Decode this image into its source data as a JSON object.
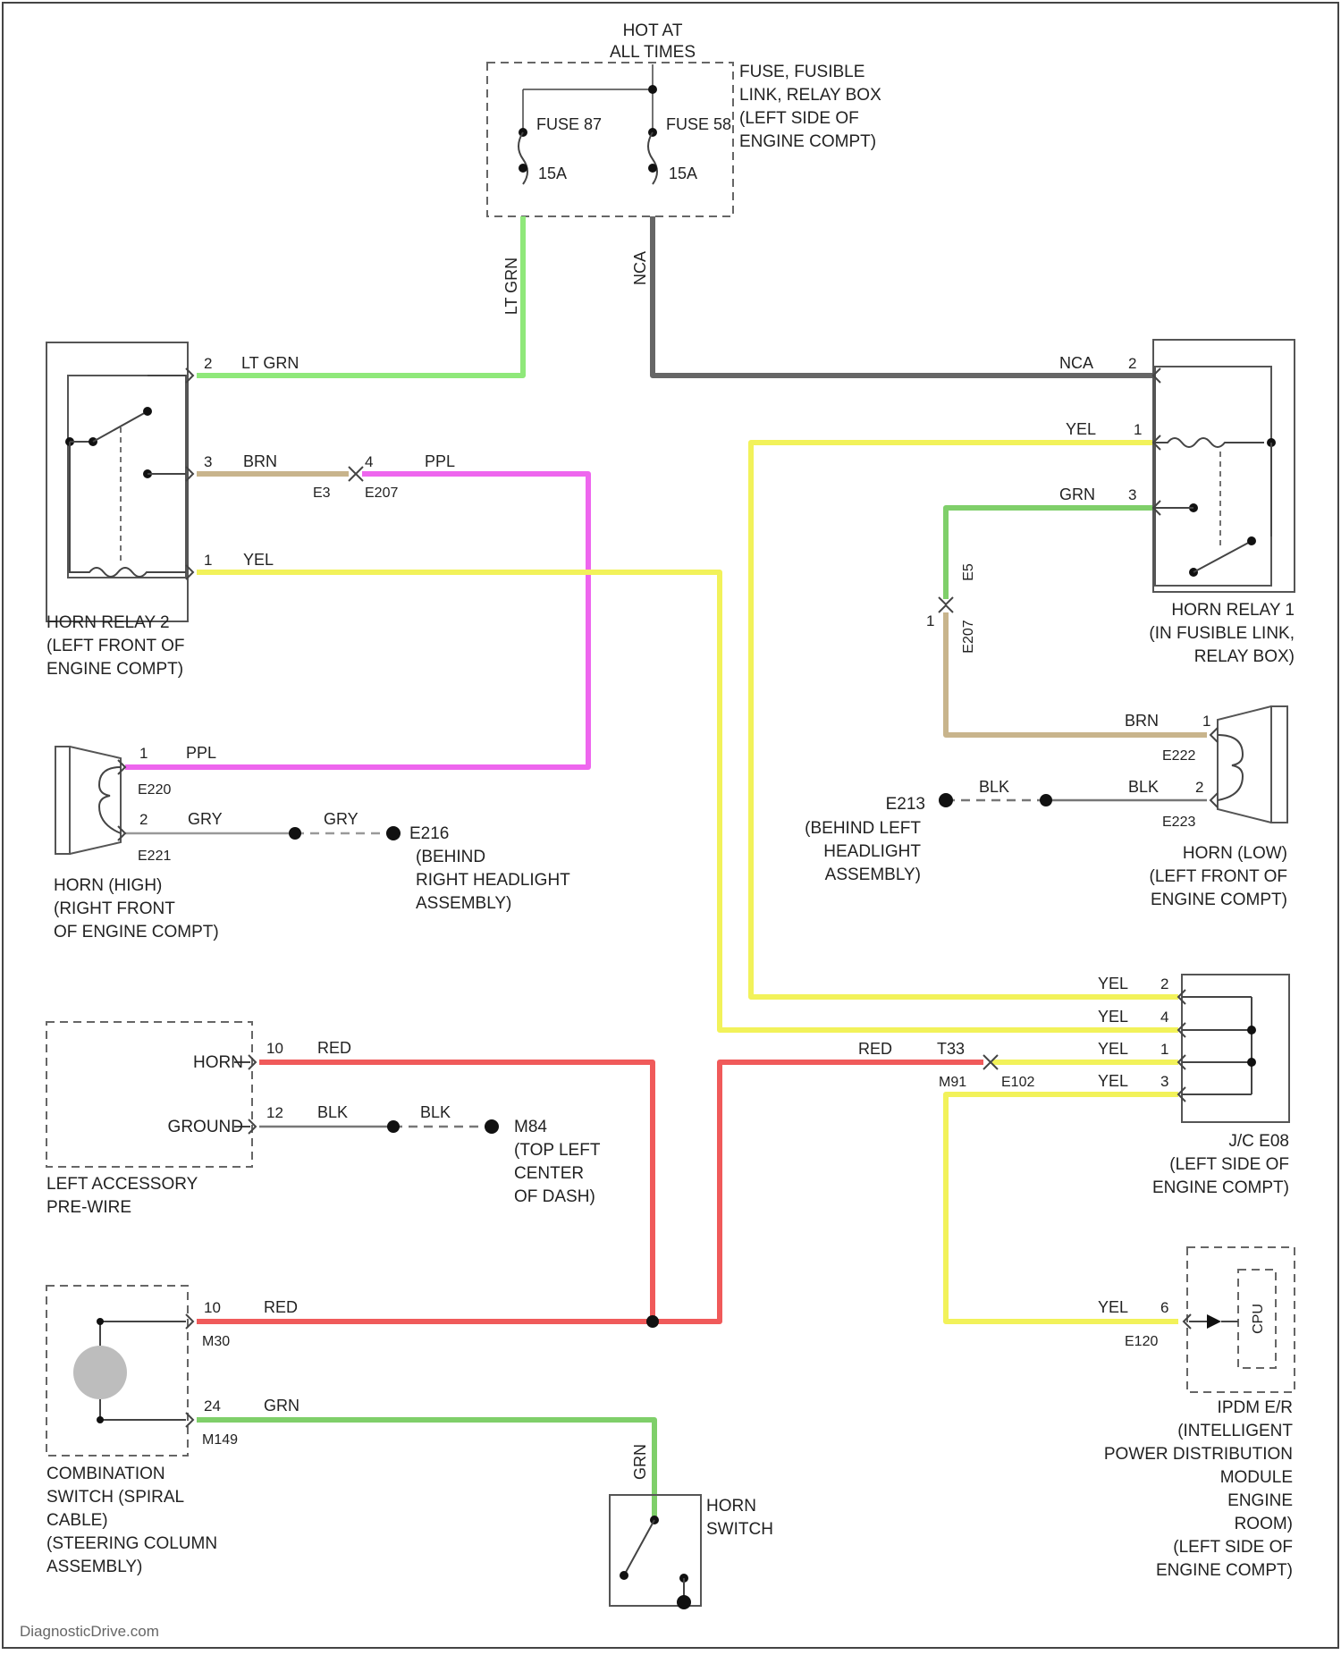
{
  "power": {
    "hot_at_all_times": [
      "HOT AT",
      "ALL TIMES"
    ],
    "box_label": [
      "FUSE, FUSIBLE",
      "LINK, RELAY BOX",
      "(LEFT SIDE OF",
      "ENGINE COMPT)"
    ],
    "fuse_a": {
      "name": "FUSE 87",
      "rating": "15A"
    },
    "fuse_b": {
      "name": "FUSE 58",
      "rating": "15A"
    }
  },
  "wire_colors": {
    "lt_grn": "#8fe87a",
    "nca": "#666666",
    "brn": "#c8b48c",
    "ppl": "#ee66ee",
    "yel": "#f2f25a",
    "grn": "#7fcf6a",
    "red": "#f05a5a",
    "gry": "#999999",
    "blk": "#777777"
  },
  "wires": {
    "lt_grn_vertical": "LT GRN",
    "nca_vertical": "NCA",
    "relay2_pin2": {
      "pin": "2",
      "color": "LT GRN"
    },
    "relay2_pin3": {
      "pin": "3",
      "color": "BRN"
    },
    "e3_pin": "4",
    "e3_color": "PPL",
    "relay2_pin1": {
      "pin": "1",
      "color": "YEL"
    },
    "relay1_pin2": {
      "pin": "2",
      "color": "NCA"
    },
    "relay1_pin1": {
      "pin": "1",
      "color": "YEL"
    },
    "relay1_pin3": {
      "pin": "3",
      "color": "GRN"
    },
    "e5_label": "E5",
    "e207_label": "E207",
    "e207_pin": "1",
    "horn_low_pin1": {
      "pin": "1",
      "color": "BRN"
    },
    "horn_low_pin2": {
      "pin": "2",
      "color": "BLK"
    },
    "blk_splice": "BLK",
    "horn_high_pin1": {
      "pin": "1",
      "color": "PPL"
    },
    "horn_high_pin2": {
      "pin": "2",
      "color": "GRY"
    },
    "gry_splice": "GRY",
    "jc_pin2": {
      "pin": "2",
      "color": "YEL"
    },
    "jc_pin4": {
      "pin": "4",
      "color": "YEL"
    },
    "jc_pin1": {
      "pin": "1",
      "color": "YEL"
    },
    "jc_pin3": {
      "pin": "3",
      "color": "YEL"
    },
    "t3_red": "RED",
    "t3_code": "T33",
    "m91": "M91",
    "e102": "E102",
    "acc_horn_pin": {
      "pin": "10",
      "color": "RED"
    },
    "acc_ground_pin": {
      "pin": "12",
      "color": "BLK"
    },
    "acc_blk_splice": "BLK",
    "combo_pin10": {
      "pin": "10",
      "color": "RED"
    },
    "combo_pin24": {
      "pin": "24",
      "color": "GRN"
    },
    "m30": "M30",
    "m149": "M149",
    "grn_vertical": "GRN",
    "ipdm_pin": {
      "pin": "6",
      "color": "YEL"
    },
    "e120": "E120"
  },
  "connectors": {
    "e3_left": "E3",
    "e207_left": "E207",
    "e221_low_1": "E222",
    "e221_low_2": "E223",
    "e220": "E220",
    "e221": "E221"
  },
  "grounds": {
    "e216": {
      "code": "E216",
      "desc": [
        "(BEHIND",
        "RIGHT HEADLIGHT",
        "ASSEMBLY)"
      ]
    },
    "e213": {
      "code": "E213",
      "desc": [
        "(BEHIND LEFT",
        "HEADLIGHT",
        "ASSEMBLY)"
      ]
    },
    "m84": {
      "code": "M84",
      "desc": [
        "(TOP LEFT",
        "CENTER",
        "OF DASH)"
      ]
    }
  },
  "components": {
    "horn_relay_2": [
      "HORN RELAY 2",
      "(LEFT FRONT OF",
      "ENGINE COMPT)"
    ],
    "horn_relay_1": [
      "HORN RELAY 1",
      "(IN FUSIBLE LINK,",
      "RELAY BOX)"
    ],
    "horn_high": [
      "HORN (HIGH)",
      "(RIGHT FRONT",
      "OF ENGINE COMPT)"
    ],
    "horn_low": [
      "HORN (LOW)",
      "(LEFT FRONT OF",
      "ENGINE COMPT)"
    ],
    "jc": [
      "J/C E08",
      "(LEFT SIDE OF",
      "ENGINE COMPT)"
    ],
    "left_accessory": [
      "LEFT ACCESSORY",
      "PRE-WIRE"
    ],
    "acc_horn": "HORN",
    "acc_ground": "GROUND",
    "combination_switch": [
      "COMBINATION",
      "SWITCH (SPIRAL",
      "CABLE)",
      "(STEERING COLUMN",
      "ASSEMBLY)"
    ],
    "horn_switch": [
      "HORN",
      "SWITCH"
    ],
    "ipdm_inner": "CPU",
    "ipdm": [
      "IPDM E/R",
      "(INTELLIGENT",
      "POWER DISTRIBUTION",
      "MODULE",
      "ENGINE",
      "ROOM)",
      "(LEFT SIDE OF",
      "ENGINE COMPT)"
    ]
  },
  "watermark": "DiagnosticDrive.com"
}
